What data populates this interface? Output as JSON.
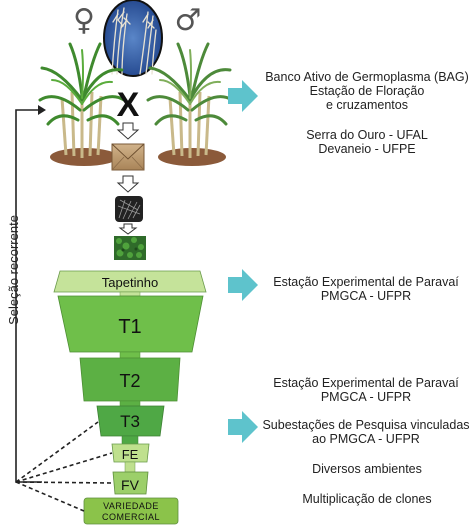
{
  "symbols": {
    "female": "♀",
    "male": "♂",
    "cross": "X"
  },
  "side_label": "Seleção recorrente",
  "stages": {
    "tapetinho": "Tapetinho",
    "t1": "T1",
    "t2": "T2",
    "t3": "T3",
    "fe": "FE",
    "fv": "FV",
    "variedade_line1": "VARIEDADE",
    "variedade_line2": "COMERCIAL"
  },
  "right_text": {
    "bag_line1": "Banco Ativo de Germoplasma (BAG)",
    "bag_line2": "Estação de Floração",
    "bag_line3": "e cruzamentos",
    "serra_line1": "Serra do Ouro - UFAL",
    "serra_line2": "Devaneio - UFPE",
    "paravai1_line1": "Estação Experimental de Paravaí",
    "paravai1_line2": "PMGCA - UFPR",
    "paravai2_line1": "Estação Experimental de Paravaí",
    "paravai2_line2": "PMGCA - UFPR",
    "sub_line1": "Subestações de Pesquisa vinculadas",
    "sub_line2": "ao PMGCA - UFPR",
    "diversos": "Diversos ambientes",
    "multiplicacao": "Multiplicação de clones"
  },
  "colors": {
    "light_green": "#c5e39a",
    "mid_green": "#6fbf4a",
    "dark_green": "#46a040",
    "arrow_teal": "#5ec3cc",
    "line": "#222222"
  }
}
